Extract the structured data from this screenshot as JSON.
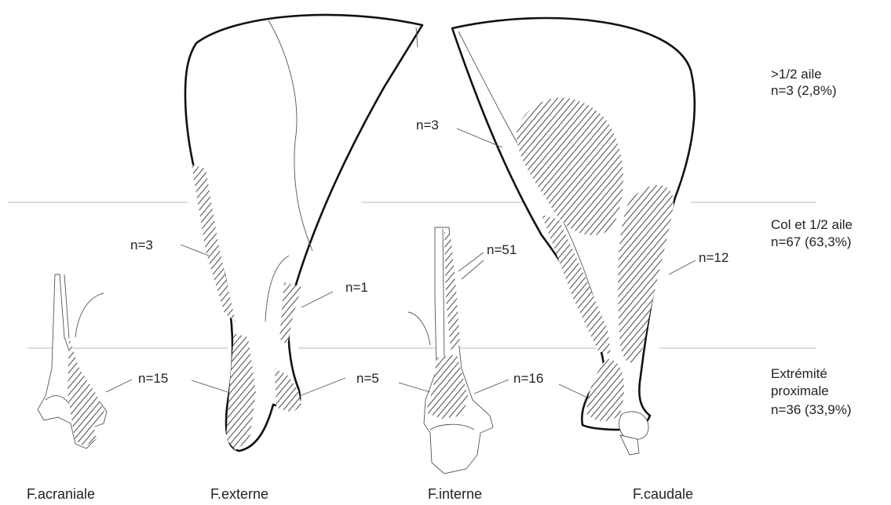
{
  "zones": {
    "top": {
      "line1": ">1/2 aile",
      "line2": "n=3 (2,8%)"
    },
    "middle": {
      "line1": "Col et 1/2 aile",
      "line2": "n=67 (63,3%)"
    },
    "bottom": {
      "line1": "Extrémité",
      "line2": "proximale",
      "line3": "n=36 (33,9%)"
    }
  },
  "views": {
    "acraniale": "F.acraniale",
    "externe": "F.externe",
    "interne": "F.interne",
    "caudale": "F.caudale"
  },
  "counts": {
    "acraniale_proximal": "n=15",
    "externe_neck": "n=3",
    "externe_caudal": "n=1",
    "externe_proximal": "n=5",
    "interne_neck": "n=51",
    "interne_proximal": "n=16",
    "caudale_blade": "n=3",
    "caudale_neck": "n=12"
  },
  "colors": {
    "outline": "#111111",
    "hatch": "#555555",
    "guide": "#c8c8c8"
  }
}
